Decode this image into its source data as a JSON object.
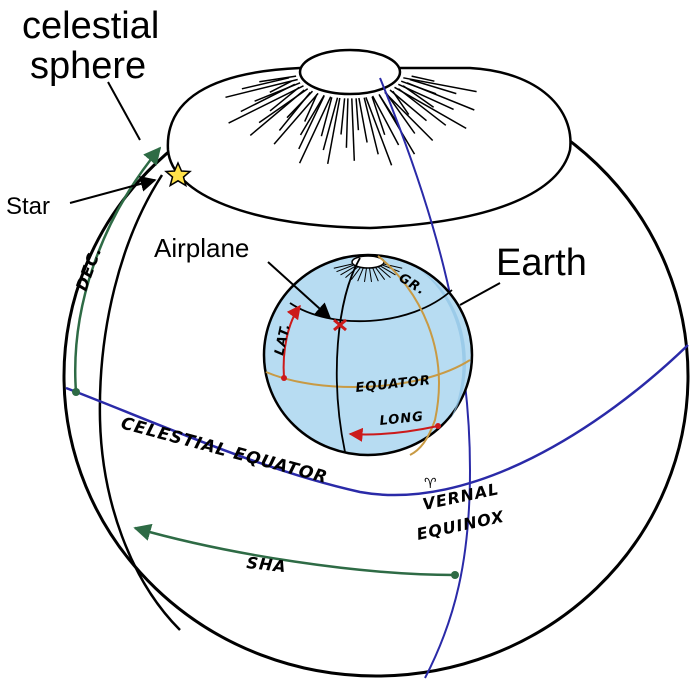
{
  "labels": {
    "celestial_sphere_line1": "celestial",
    "celestial_sphere_line2": "sphere",
    "star": "Star",
    "airplane": "Airplane",
    "earth": "Earth",
    "earth_gr": "GR.",
    "earth_lat": "LAT.",
    "earth_equator": "EQUATOR",
    "earth_long": "LONG",
    "dec": "DEC.",
    "celestial_equator": "CELESTIAL EQUATOR",
    "aries_symbol": "♈",
    "vernal_line1": "VERNAL",
    "vernal_line2": "EQUINOX",
    "sha": "SHA"
  },
  "colors": {
    "outline": "#000000",
    "celestial_equator_line": "#2a2aa8",
    "vernal_meridian": "#2a2aa8",
    "green_arrows": "#2e6b45",
    "earth_fill": "#b7dcf2",
    "earth_grid": "#c89a44",
    "red_arrows": "#cc1a1a",
    "star_fill": "#ffe24a"
  },
  "icons": {
    "star": "star-icon",
    "airplane": "airplane-marker-icon"
  }
}
